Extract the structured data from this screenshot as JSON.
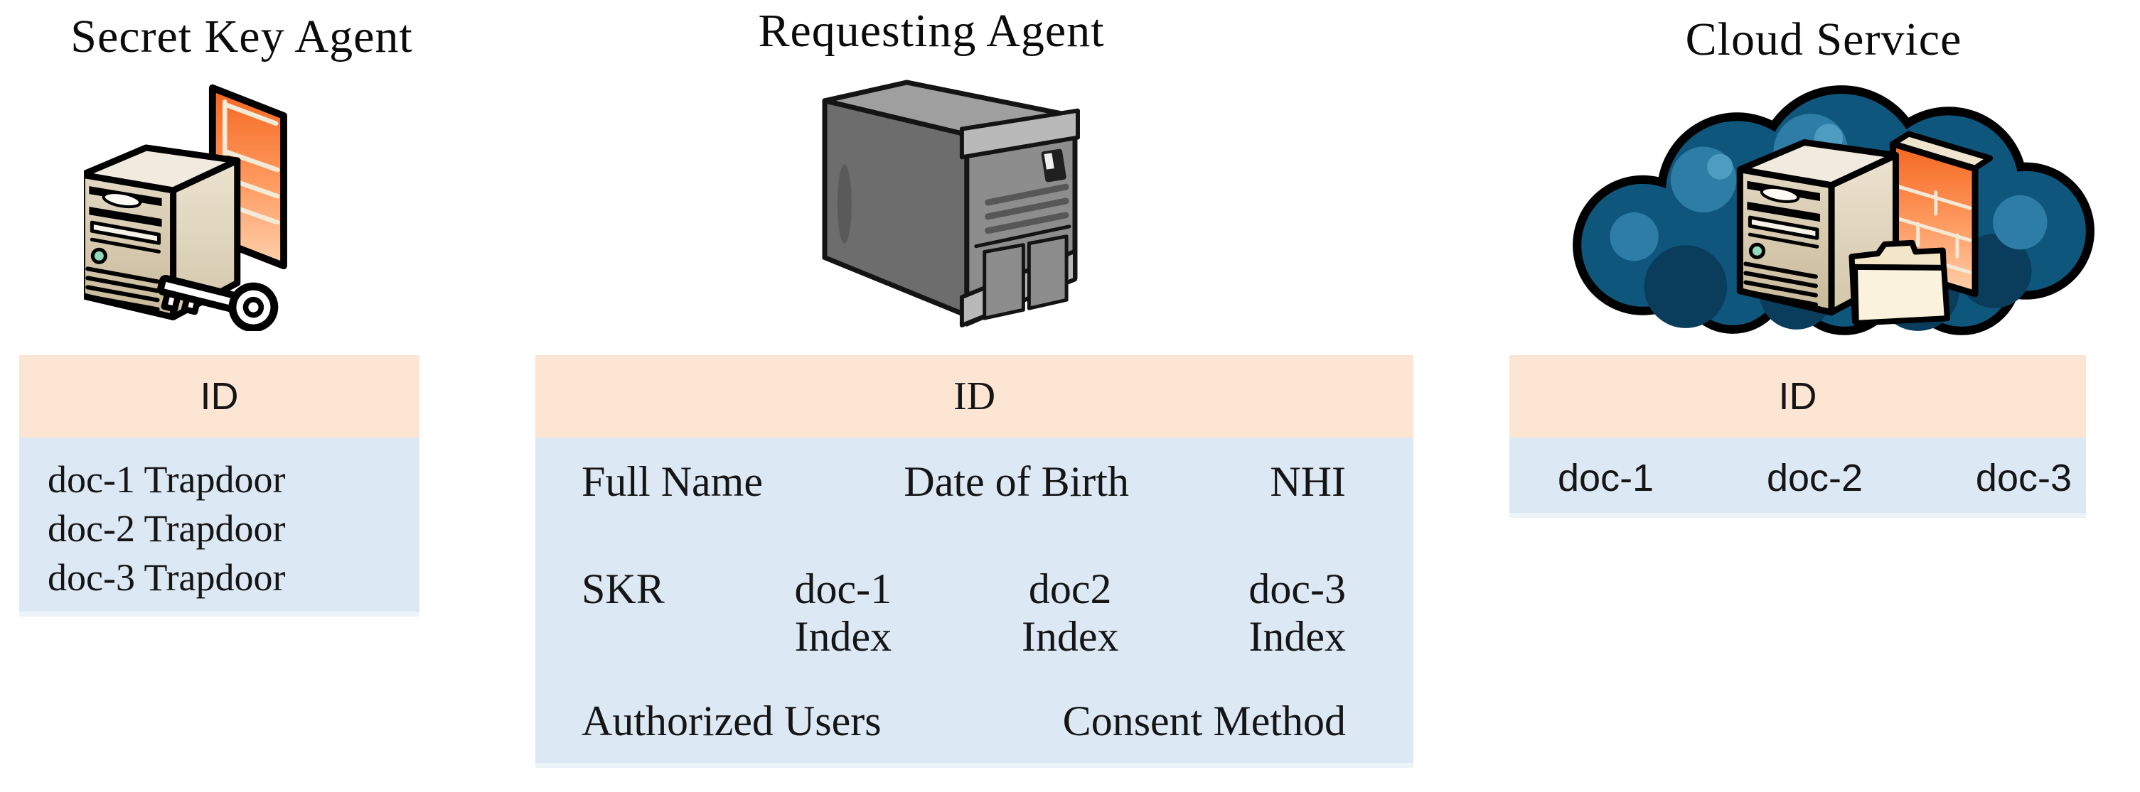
{
  "columns": [
    {
      "title": "Secret Key Agent",
      "icon": "server-key-icon",
      "table": {
        "header": "ID",
        "rows": [
          "doc-1 Trapdoor",
          "doc-2 Trapdoor",
          "doc-3 Trapdoor"
        ]
      }
    },
    {
      "title": "Requesting Agent",
      "icon": "server-tower-icon",
      "table": {
        "header": "ID",
        "attributes": [
          "Full Name",
          "Date of Birth",
          "NHI"
        ],
        "skr_label": "SKR",
        "indexes": [
          {
            "doc": "doc-1",
            "label": "Index"
          },
          {
            "doc": "doc2",
            "label": "Index"
          },
          {
            "doc": "doc-3",
            "label": "Index"
          }
        ],
        "footer": [
          "Authorized Users",
          "Consent Method"
        ]
      }
    },
    {
      "title": "Cloud Service",
      "icon": "cloud-server-icon",
      "table": {
        "header": "ID",
        "rows": [
          "doc-1",
          "doc-2",
          "doc-3"
        ]
      }
    }
  ],
  "colors": {
    "header_bg": "#fce5d3",
    "body_bg": "#dce9f5",
    "accent_orange": "#f4671f",
    "cloud_blue": "#0f567d",
    "server_beige": "#e2d8c2",
    "server_gray": "#6d6d6d"
  }
}
